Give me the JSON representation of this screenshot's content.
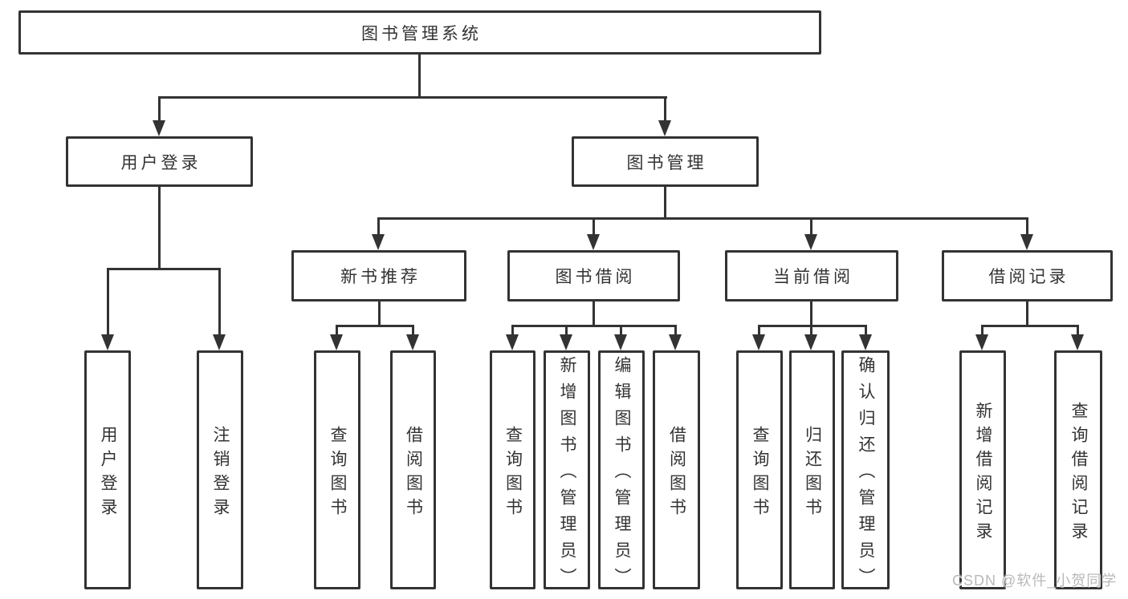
{
  "diagram_title": "图书管理系统",
  "tree": {
    "root": {
      "label": "图书管理系统"
    },
    "branches": [
      {
        "label": "用户登录",
        "children": [
          {
            "label": "用户登录"
          },
          {
            "label": "注销登录"
          }
        ]
      },
      {
        "label": "图书管理",
        "children": [
          {
            "label": "新书推荐",
            "children": [
              {
                "label": "查询图书"
              },
              {
                "label": "借阅图书"
              }
            ]
          },
          {
            "label": "图书借阅",
            "children": [
              {
                "label": "查询图书"
              },
              {
                "label": "新增图书（管理员）"
              },
              {
                "label": "编辑图书（管理员）"
              },
              {
                "label": "借阅图书"
              }
            ]
          },
          {
            "label": "当前借阅",
            "children": [
              {
                "label": "查询图书"
              },
              {
                "label": "归还图书"
              },
              {
                "label": "确认归还（管理员）"
              }
            ]
          },
          {
            "label": "借阅记录",
            "children": [
              {
                "label": "新增借阅记录"
              },
              {
                "label": "查询借阅记录"
              }
            ]
          }
        ]
      }
    ]
  },
  "watermark": "CSDN @软件_小贺同学",
  "colors": {
    "line": "#333333",
    "text": "#333333",
    "box_background": "#ffffff",
    "watermark": "#b9b9b9"
  }
}
